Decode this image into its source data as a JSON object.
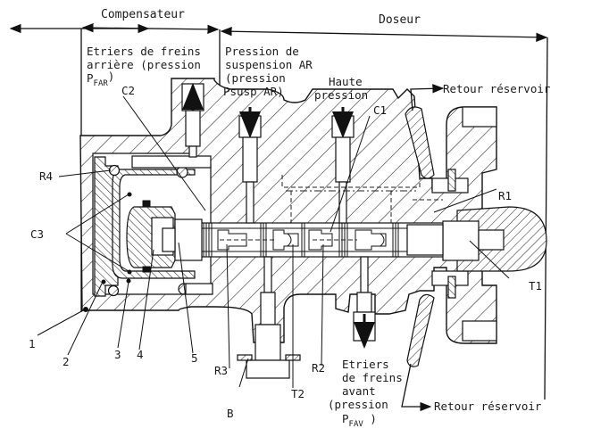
{
  "diagram": {
    "type": "mechanical cross-section",
    "subject": "brake compensator / metering valve (compensateur-doseur)",
    "colors": {
      "ink": "#111111",
      "paper": "#ffffff"
    }
  },
  "sections": {
    "compensateur": "Compensateur",
    "doseur": "Doseur"
  },
  "ports": {
    "rear_brakes": {
      "line1": "Etriers de freins",
      "line2": "arrière (pression",
      "line3_main": "P",
      "line3_sub": "FAR",
      "line3_end": ")"
    },
    "rear_suspension": {
      "line1": "Pression de",
      "line2": "suspension AR",
      "line3": "(pression",
      "line4": "Psusp AR)"
    },
    "high_pressure": {
      "line1": "Haute",
      "line2": "pression"
    },
    "return_top": "Retour réservoir",
    "front_brakes": {
      "line1": "Etriers",
      "line2": "de freins",
      "line3": "avant",
      "line4": "(pression",
      "line5_main": "P",
      "line5_sub": "FAV",
      "line5_end": " )"
    },
    "return_bottom": "Retour réservoir"
  },
  "callouts": {
    "c1": "C1",
    "c2": "C2",
    "c3": "C3",
    "r1": "R1",
    "r2": "R2",
    "r3": "R3",
    "r4": "R4",
    "t1": "T1",
    "t2": "T2",
    "b": "B",
    "n1": "1",
    "n2": "2",
    "n3": "3",
    "n4": "4",
    "n5": "5"
  }
}
